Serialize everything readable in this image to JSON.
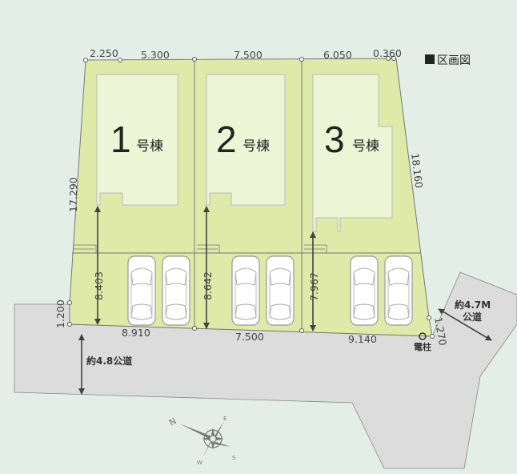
{
  "legend": {
    "title": "区画図"
  },
  "lots": [
    {
      "number": "1",
      "suffix": "号棟",
      "frontage_depth": "8.403"
    },
    {
      "number": "2",
      "suffix": "号棟",
      "frontage_depth": "8.642"
    },
    {
      "number": "3",
      "suffix": "号棟",
      "frontage_depth": "7.967"
    }
  ],
  "dimensions": {
    "top": [
      "2.250",
      "5.300",
      "7.500",
      "6.050",
      "0.360"
    ],
    "bottom": [
      "8.910",
      "7.500",
      "9.140"
    ],
    "left": "17.290",
    "left_lower": "1.200",
    "right": "18.160",
    "right_lower": "1.270"
  },
  "roads": {
    "front": "約4.8公道",
    "side_line1": "約4.7M",
    "side_line2": "公道"
  },
  "utility_pole": "電柱",
  "compass": {
    "n": "N",
    "e": "E",
    "s": "S",
    "w": "W"
  },
  "colors": {
    "background": "#e3efe6",
    "lot": "#dfe9a8",
    "building": "#eef4d6",
    "road": "#dcdcdc",
    "line": "#666666"
  }
}
